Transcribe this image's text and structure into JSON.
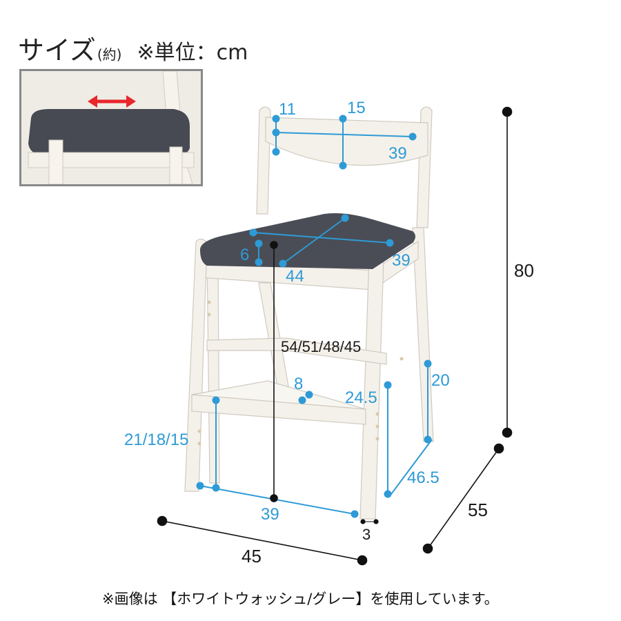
{
  "header": {
    "title": "サイズ",
    "approx": "(約)",
    "unit": "※単位：cm"
  },
  "dimensions": {
    "backrest_top_offset": "11",
    "backrest_height": "15",
    "backrest_width": "39",
    "seat_thickness": "6",
    "seat_depth": "44",
    "seat_width": "39",
    "seat_heights": "54/51/48/45",
    "footrest_depth": "8",
    "footrest_to_crossbar": "24.5",
    "rear_crossbar": "20",
    "footrest_heights": "21/18/15",
    "side_depth": "46.5",
    "front_width_inner": "39",
    "leg_thickness": "3",
    "overall_height": "80",
    "overall_depth": "55",
    "overall_width": "45"
  },
  "footnote": "※画像は 【ホワイトウォッシュ/グレー】を使用しています。",
  "colors": {
    "dimension_blue": "#2e9ad6",
    "arrow_red": "#e8262b",
    "wood_white": "#f4f1ea",
    "seat_gray": "#4a4d55"
  }
}
